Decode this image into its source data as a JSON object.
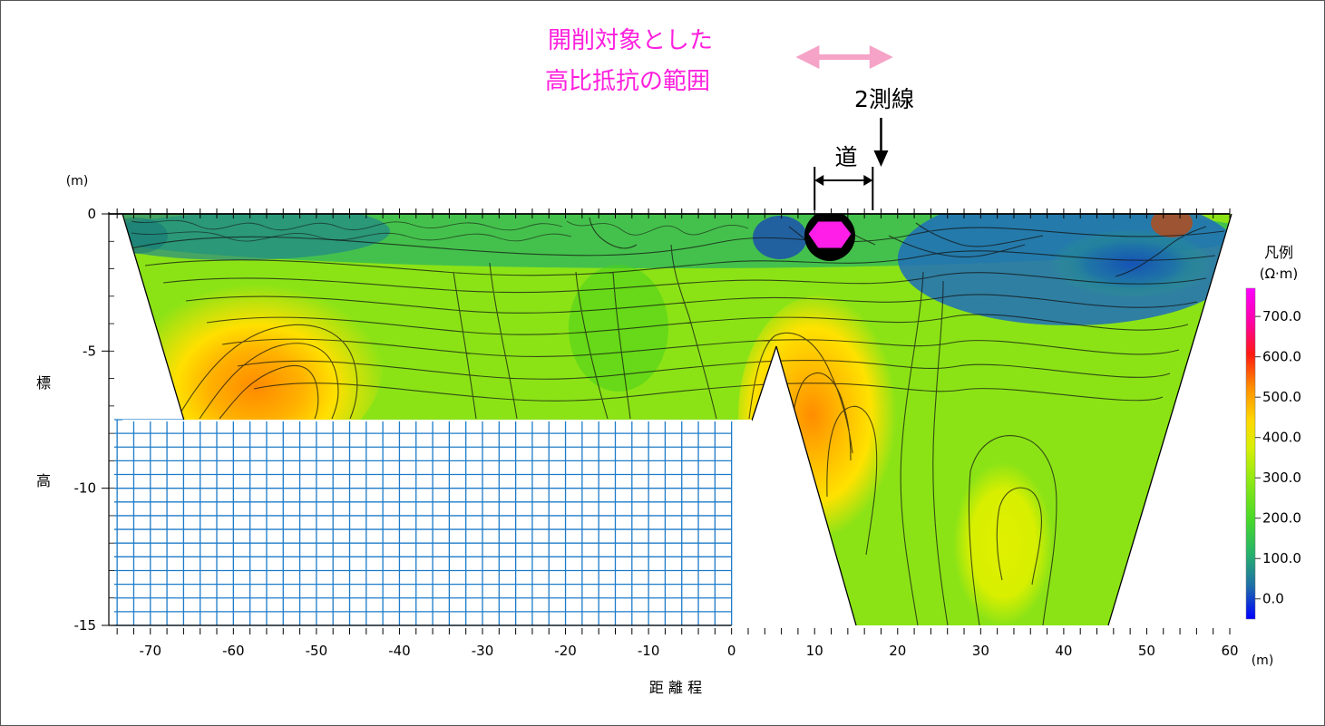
{
  "annotation": {
    "excavation_label_line1": "開削対象とした",
    "excavation_label_line2": "高比抵抗の範囲",
    "road_label": "道",
    "survey_line_label": "2測線",
    "arrow_color": "#f5a3c7",
    "highlight_text_color": "#ff1fde"
  },
  "chart_data": {
    "type": "heatmap",
    "title": "",
    "xlabel": "距 離 程",
    "ylabel": "標 高",
    "x_unit": "(m)",
    "y_unit": "(m)",
    "xlim": [
      -75,
      60
    ],
    "ylim": [
      -15,
      0
    ],
    "x_ticks": [
      -70,
      -60,
      -50,
      -40,
      -30,
      -20,
      -10,
      0,
      10,
      20,
      30,
      40,
      50,
      60
    ],
    "y_ticks": [
      0,
      -5,
      -10,
      -15
    ],
    "excavation_range_x": [
      5,
      20
    ],
    "road_range_x": [
      10,
      17
    ],
    "survey_line_x": 18,
    "high_resistivity_point": {
      "x": 11.5,
      "y": -0.8
    },
    "legend": {
      "title": "凡例",
      "unit": "(Ω·m)",
      "min": -50,
      "max": 770,
      "labels": [
        "700.0",
        "600.0",
        "500.0",
        "400.0",
        "300.0",
        "200.0",
        "100.0",
        "0.0"
      ],
      "label_values": [
        700,
        600,
        500,
        400,
        300,
        200,
        100,
        0
      ],
      "colors": [
        "#0000ff",
        "#1e6ea8",
        "#27b36a",
        "#47d82a",
        "#7ee615",
        "#c6ef07",
        "#ffd800",
        "#ff8f00",
        "#ff1a10",
        "#ff00a8",
        "#ff00ff"
      ]
    },
    "resistivity_profile": {
      "description_free": true,
      "points": [
        {
          "x": -72,
          "y": -1,
          "v": 150
        },
        {
          "x": -60,
          "y": -1,
          "v": 170
        },
        {
          "x": -55,
          "y": -6,
          "v": 520
        },
        {
          "x": -48,
          "y": -4,
          "v": 470
        },
        {
          "x": -38,
          "y": -5,
          "v": 380
        },
        {
          "x": -28,
          "y": -5,
          "v": 300
        },
        {
          "x": -20,
          "y": -4,
          "v": 330
        },
        {
          "x": -12,
          "y": -5,
          "v": 300
        },
        {
          "x": -3,
          "y": -4,
          "v": 330
        },
        {
          "x": 6,
          "y": -6,
          "v": 520
        },
        {
          "x": 11,
          "y": -8,
          "v": 430
        },
        {
          "x": 12,
          "y": -1,
          "v": 760
        },
        {
          "x": 22,
          "y": -2,
          "v": 180
        },
        {
          "x": 30,
          "y": -1,
          "v": 80
        },
        {
          "x": 43,
          "y": -2,
          "v": 60
        },
        {
          "x": 33,
          "y": -11,
          "v": 370
        },
        {
          "x": 25,
          "y": -13,
          "v": 280
        },
        {
          "x": 53,
          "y": -0.5,
          "v": 700
        }
      ]
    }
  }
}
